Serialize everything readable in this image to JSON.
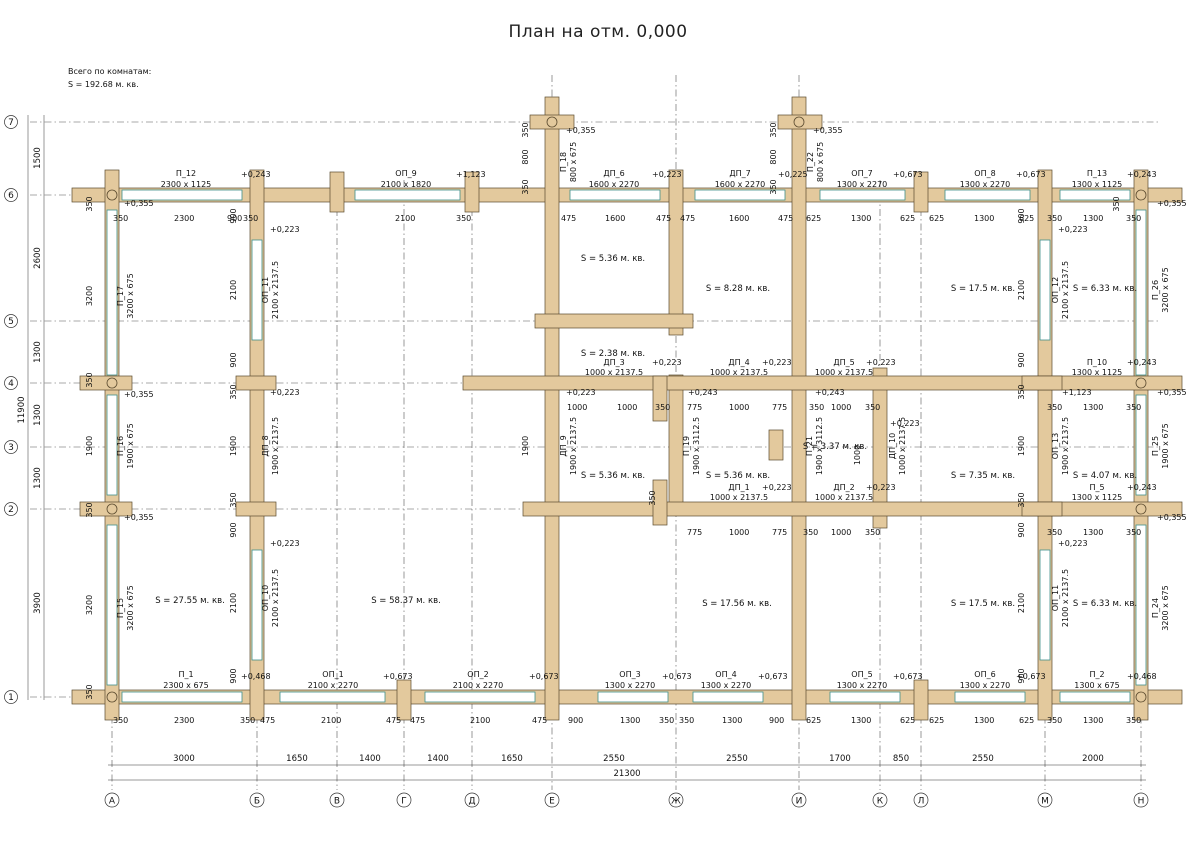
{
  "title": "План на отм. 0,000",
  "totals": {
    "line1": "Всего по комнатам:",
    "line2": "S   =   192.68 м. кв."
  },
  "axes_letters": [
    "А",
    "Б",
    "В",
    "Г",
    "Д",
    "Е",
    "Ж",
    "И",
    "К",
    "Л",
    "М",
    "Н"
  ],
  "axes_numbers": [
    "7",
    "6",
    "5",
    "4",
    "3",
    "2",
    "1"
  ],
  "dims_bottom": [
    "3000",
    "1650",
    "1400",
    "1400",
    "1650",
    "2550",
    "2550",
    "1700",
    "850",
    "2550",
    "2000"
  ],
  "dim_total": "21300",
  "dims_left": [
    "1500",
    "2600",
    "1300",
    "1300",
    "1300",
    "3900"
  ],
  "dim_left_total": "11900",
  "rooms": [
    {
      "s": "S   =   27.55 м. кв."
    },
    {
      "s": "S   =   58.37 м. кв."
    },
    {
      "s": "S   =   5.36 м. кв."
    },
    {
      "s": "S   =   8.28 м. кв."
    },
    {
      "s": "S   =   17.5 м. кв."
    },
    {
      "s": "S   =   6.33 м. кв."
    },
    {
      "s": "S   =   2.38 м. кв."
    },
    {
      "s": "S   =   5.36 м. кв."
    },
    {
      "s": "S   =   5.36 м. кв."
    },
    {
      "s": "S   =   3.37 м. кв."
    },
    {
      "s": "S   =   7.35 м. кв."
    },
    {
      "s": "S   =   4.07 м. кв."
    },
    {
      "s": "S   =   17.56 м. кв."
    },
    {
      "s": "S   =   17.5 м. кв."
    },
    {
      "s": "S   =   6.33 м. кв."
    }
  ],
  "openings": [
    {
      "n": "П_12",
      "d": "2300 х 1125"
    },
    {
      "n": "ОП_9",
      "d": "2100 х 1820"
    },
    {
      "n": "ДП_6",
      "d": "1600 х 2270"
    },
    {
      "n": "ДП_7",
      "d": "1600 х 2270"
    },
    {
      "n": "ОП_7",
      "d": "1300 х 2270"
    },
    {
      "n": "ОП_8",
      "d": "1300 х 2270"
    },
    {
      "n": "П_13",
      "d": "1300 х 1125"
    },
    {
      "n": "П_18",
      "d": "800 х 675"
    },
    {
      "n": "П_22",
      "d": "800 х 675"
    },
    {
      "n": "П_1",
      "d": "2300 х 675"
    },
    {
      "n": "ОП_1",
      "d": "2100 х 2270"
    },
    {
      "n": "ОП_2",
      "d": "2100 х 2270"
    },
    {
      "n": "ОП_3",
      "d": "1300 х 2270"
    },
    {
      "n": "ОП_4",
      "d": "1300 х 2270"
    },
    {
      "n": "ОП_5",
      "d": "1300 х 2270"
    },
    {
      "n": "ОП_6",
      "d": "1300 х 2270"
    },
    {
      "n": "П_2",
      "d": "1300 х 675"
    },
    {
      "n": "ДП_3",
      "d": "1000 х 2137.5"
    },
    {
      "n": "ДП_4",
      "d": "1000 х 2137.5"
    },
    {
      "n": "ДП_5",
      "d": "1000 х 2137.5"
    },
    {
      "n": "ДП_1",
      "d": "1000 х 2137.5"
    },
    {
      "n": "ДП_2",
      "d": "1000 х 2137.5"
    },
    {
      "n": "П_10",
      "d": "1300 х 1125"
    },
    {
      "n": "П_5",
      "d": "1300 х 1125"
    },
    {
      "n": "П_17",
      "d": "3200 х 675"
    },
    {
      "n": "П_16",
      "d": "1900 х 675"
    },
    {
      "n": "П_15",
      "d": "3200 х 675"
    },
    {
      "n": "ОП_11",
      "d": "2100 х 2137.5"
    },
    {
      "n": "ДП_8",
      "d": "1900 х 2137.5"
    },
    {
      "n": "ОП_10",
      "d": "2100 х 2137.5"
    },
    {
      "n": "ДП_9",
      "d": "1900 х 2137.5"
    },
    {
      "n": "П_19",
      "d": "1900 х 3112.5"
    },
    {
      "n": "П_21",
      "d": "1900 х 3112.5"
    },
    {
      "n": "ДП_10",
      "d": "1000 х 2137.5"
    },
    {
      "n": "ОП_12",
      "d": "2100 х 2137.5"
    },
    {
      "n": "ОП_13",
      "d": "1900 х 2137.5"
    },
    {
      "n": "ОП_11",
      "d": "2100 х 2137.5"
    },
    {
      "n": "П_26",
      "d": "3200 х 675"
    },
    {
      "n": "П_25",
      "d": "1900 х 675"
    },
    {
      "n": "П_24",
      "d": "3200 х 675"
    }
  ],
  "levels": [
    "+0,355",
    "+0,243",
    "+0,223",
    "+0,468",
    "+0,673",
    "+1,123",
    "+0,225"
  ],
  "segments": {
    "top_row": [
      "350",
      "2300",
      "900",
      "350",
      "2100",
      "350",
      "475",
      "1600",
      "475",
      "475",
      "1600",
      "475",
      "625",
      "1300",
      "625",
      "625",
      "1300",
      "625",
      "350",
      "1300",
      "350"
    ],
    "bottom_row": [
      "350",
      "2300",
      "350",
      "475",
      "2100",
      "475",
      "475",
      "2100",
      "475",
      "900",
      "1300",
      "350",
      "350",
      "1300",
      "900",
      "625",
      "1300",
      "625",
      "625",
      "1300",
      "625",
      "350",
      "1300",
      "350"
    ],
    "mid_row": [
      "1000",
      "1000",
      "350",
      "775",
      "1000",
      "775",
      "350",
      "1000",
      "350",
      "350",
      "1300",
      "350"
    ],
    "mid_row2": [
      "775",
      "1000",
      "775",
      "350",
      "1000",
      "350",
      "350",
      "1300",
      "350"
    ],
    "v_left": [
      "350",
      "3200",
      "350",
      "1900",
      "350",
      "350",
      "3200",
      "350"
    ],
    "v_b": [
      "900",
      "2100",
      "900",
      "350",
      "1900",
      "350",
      "900",
      "2100",
      "900"
    ],
    "v_e": [
      "350",
      "800",
      "350",
      "1900"
    ],
    "v_m": [
      "900",
      "2100",
      "900",
      "350",
      "1900",
      "350",
      "900",
      "2100",
      "900"
    ],
    "v_misc": [
      "1000",
      "350",
      "350"
    ]
  }
}
